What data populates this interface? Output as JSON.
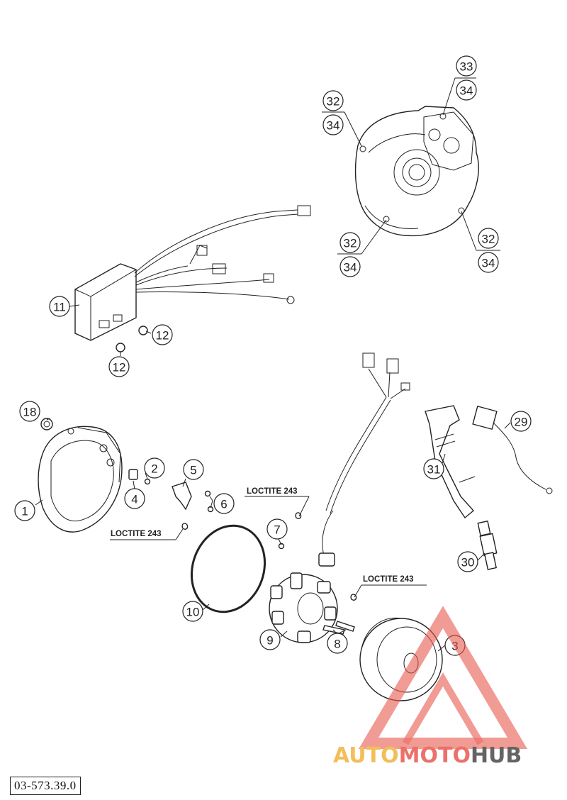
{
  "diagram": {
    "part_number": "03-573.39.0",
    "loctite_label": "LOCTITE 243",
    "callouts": [
      "1",
      "2",
      "3",
      "4",
      "5",
      "6",
      "7",
      "8",
      "9",
      "10",
      "11",
      "12",
      "12",
      "18",
      "29",
      "30",
      "31",
      "32",
      "34",
      "33",
      "34",
      "32",
      "34",
      "32",
      "34"
    ],
    "watermark": {
      "part1": "AUTO",
      "part2": "MOTO",
      "part3": "HUB",
      "color1": "#f2b33d",
      "color2": "#e8594f",
      "color3": "#4a4a4a"
    }
  }
}
